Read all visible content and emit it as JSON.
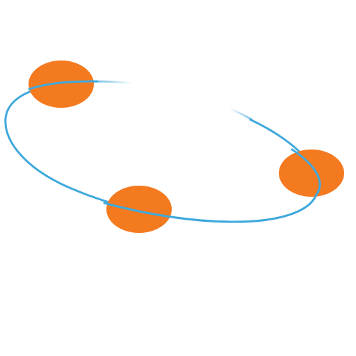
{
  "icon": "orbit-loader-icon",
  "colors": {
    "background": "#ffffff",
    "ring": "#3fa9dc",
    "dot": "#f47a20"
  },
  "ring": {
    "style": "partial-ellipse-with-fading-gap"
  },
  "dots": [
    {
      "name": "orbit-dot-top-left"
    },
    {
      "name": "orbit-dot-right"
    },
    {
      "name": "orbit-dot-bottom"
    }
  ]
}
